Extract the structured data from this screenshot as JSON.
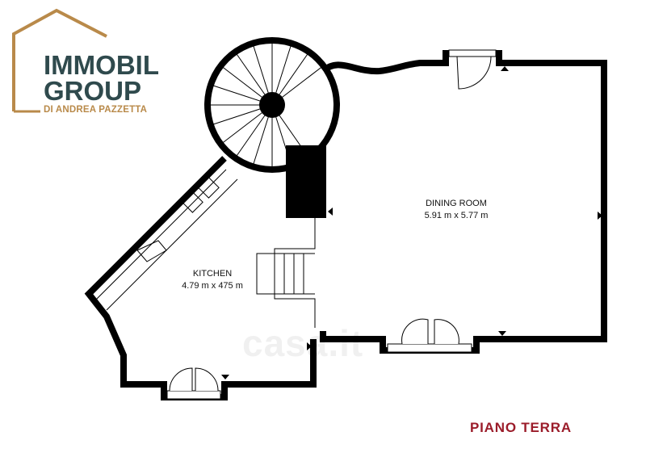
{
  "logo": {
    "line1": "IMMOBIL",
    "line2": "GROUP",
    "subtitle": "DI ANDREA PAZZETTA",
    "text_color": "#2f4a4d",
    "accent_color": "#b98a4a"
  },
  "rooms": [
    {
      "name": "DINING ROOM",
      "size": "5.91 m x 5.77 m"
    },
    {
      "name": "KITCHEN",
      "size": "4.79 m x 475 m"
    }
  ],
  "floor_title": "PIANO TERRA",
  "floor_title_color": "#9b1c2a",
  "watermark": "casa.it",
  "wall_color": "#000000"
}
